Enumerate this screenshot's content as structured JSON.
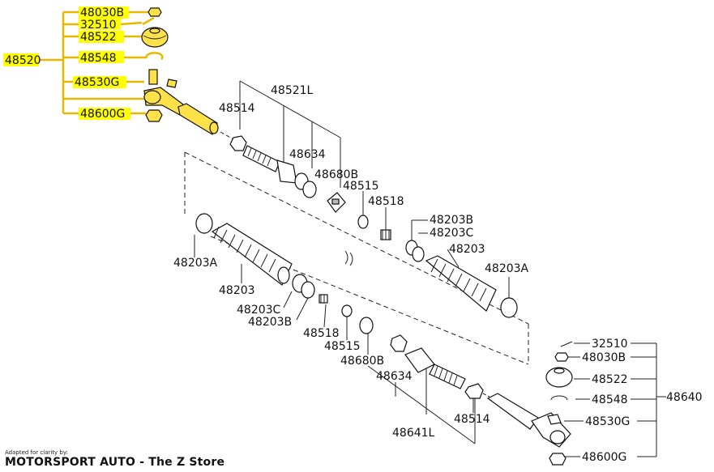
{
  "top_group": {
    "assembly": "48520",
    "parts": [
      "48030B",
      "32510",
      "48522",
      "48548",
      "48530G",
      "48600G"
    ]
  },
  "right_group": {
    "assembly": "48640",
    "parts": [
      "32510",
      "48030B",
      "48522",
      "48548",
      "48530G",
      "48600G"
    ]
  },
  "upper_rod": {
    "assembly": "48521L",
    "nut": "48514",
    "inner": "48634",
    "washer": "48680B",
    "plate": "48515",
    "spring": "48518"
  },
  "lower_rod": {
    "assembly": "48641L",
    "nut": "48514",
    "inner": "48634",
    "washer": "48680B",
    "plate": "48515",
    "spring": "48518"
  },
  "boot_left": {
    "clamp_a": "48203A",
    "boot": "48203",
    "clip_c": "48203C",
    "clip_b": "48203B"
  },
  "boot_right": {
    "clip_b": "48203B",
    "clip_c": "48203C",
    "boot": "48203",
    "clamp_a": "48203A"
  },
  "credit": {
    "small": "Adapted for clarity by:",
    "big": "MOTORSPORT AUTO - The Z Store"
  }
}
